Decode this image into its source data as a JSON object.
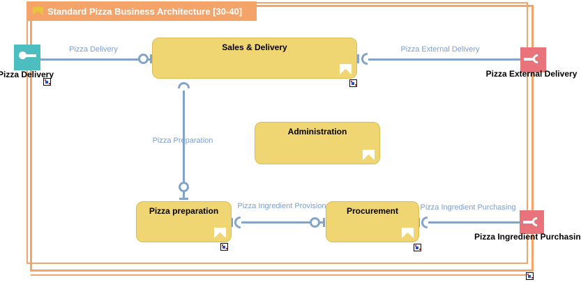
{
  "diagram": {
    "title": "Standard Pizza Business Architecture [30-40]"
  },
  "colors": {
    "frame_orange": "#F4A369",
    "process_fill_yellow": "#F0D573",
    "provided_interface_teal": "#4DBEC0",
    "required_interface_red": "#E9737B",
    "connector_blue": "#84A3C9",
    "connector_label_blue": "#7C9ECE"
  },
  "processes": [
    {
      "label": "Sales & Delivery"
    },
    {
      "label": "Administration"
    },
    {
      "label": "Pizza preparation"
    },
    {
      "label": "Procurement"
    }
  ],
  "interfaces": [
    {
      "label": "Pizza Delivery",
      "kind": "provided"
    },
    {
      "label": "Pizza External Delivery",
      "kind": "required"
    },
    {
      "label": "Pizza Ingredient Purchasing",
      "kind": "required"
    }
  ],
  "connections": [
    {
      "label": "Pizza Delivery"
    },
    {
      "label": "Pizza External Delivery"
    },
    {
      "label": "Pizza Preparation"
    },
    {
      "label": "Pizza Ingredient Provision"
    },
    {
      "label": "Pizza Ingredient Purchasing"
    }
  ]
}
